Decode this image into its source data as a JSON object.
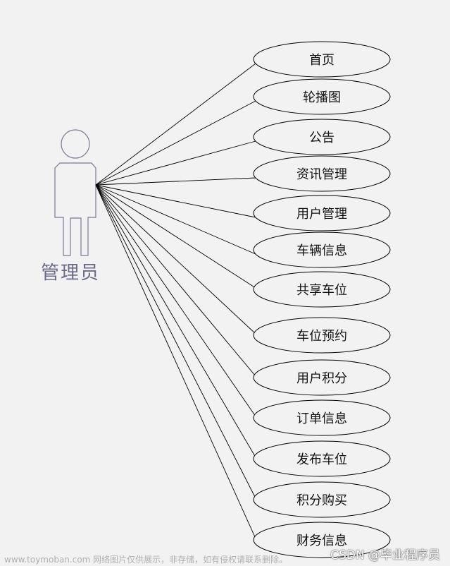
{
  "actor": {
    "label": "管理员"
  },
  "use_cases": [
    "首页",
    "轮播图",
    "公告",
    "资讯管理",
    "用户管理",
    "车辆信息",
    "共享车位",
    "车位预约",
    "用户积分",
    "订单信息",
    "发布车位",
    "积分购买",
    "财务信息"
  ],
  "watermark": {
    "left": "www.toymoban.com 网络图片仅供展示，非存储，如有侵权请联系删除。",
    "right": "CSDN @毕业程序员"
  },
  "colors": {
    "background": "#f2f2f2",
    "actor_stroke": "#7a7a99",
    "line": "#000000"
  }
}
